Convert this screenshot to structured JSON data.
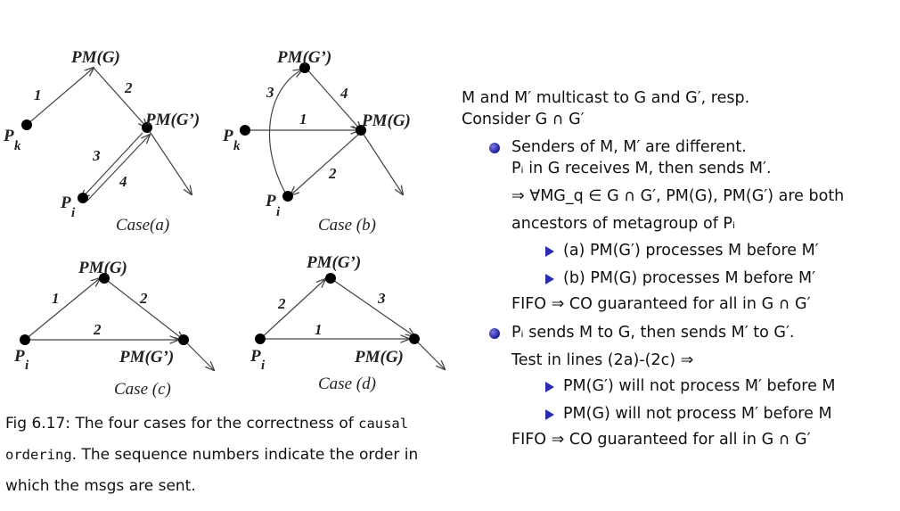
{
  "diagrams": {
    "a": {
      "caption": "Case(a)",
      "nodes": {
        "pmg": "PM(G)",
        "pmg2": "PM(G’)",
        "pk": "P",
        "pk_sub": "k",
        "pi": "P",
        "pi_sub": "i"
      },
      "edge_labels": [
        "1",
        "2",
        "3",
        "4"
      ]
    },
    "b": {
      "caption": "Case (b)",
      "nodes": {
        "pmg2": "PM(G’)",
        "pmg": "PM(G)",
        "pk": "P",
        "pk_sub": "k",
        "pi": "P",
        "pi_sub": "i"
      },
      "edge_labels": [
        "3",
        "4",
        "1",
        "2"
      ]
    },
    "c": {
      "caption": "Case (c)",
      "nodes": {
        "pmg": "PM(G)",
        "pmg2": "PM(G’)",
        "pi": "P",
        "pi_sub": "i"
      },
      "edge_labels": [
        "1",
        "2",
        "2"
      ]
    },
    "d": {
      "caption": "Case (d)",
      "nodes": {
        "pmg2": "PM(G’)",
        "pmg": "PM(G)",
        "pi": "P",
        "pi_sub": "i"
      },
      "edge_labels": [
        "2",
        "3",
        "1"
      ]
    }
  },
  "caption": {
    "prefix": "Fig 6.17: The four cases for the correctness of ",
    "code1": "causal",
    "code2": "ordering",
    "suffix": ". The sequence numbers indicate the order in which the msgs are sent."
  },
  "text": {
    "l1": "M and M′ multicast to G and G′, resp.",
    "l2": "Consider G ∩ G′",
    "b1a": "Senders of M, M′ are different.",
    "b1b": "Pᵢ in G receives M, then sends M′.",
    "b1c": "⇒ ∀MG_q ∈ G ∩ G′, PM(G), PM(G′) are both",
    "b1d": "ancestors of metagroup of Pᵢ",
    "b1s1": "(a) PM(G′) processes M before M′",
    "b1s2": "(b) PM(G) processes M before M′",
    "b1e": "FIFO ⇒ CO guaranteed for all in G ∩ G′",
    "b2a": "Pᵢ sends M to G, then sends M′ to G′.",
    "b2b": "Test in lines (2a)-(2c) ⇒",
    "b2s1": "PM(G′) will not process M′ before M",
    "b2s2": "PM(G) will not process M′ before M",
    "b2c": "FIFO ⇒ CO guaranteed for all in G ∩ G′"
  },
  "colors": {
    "bullet": "#2b2bb0",
    "node": "#000000"
  }
}
